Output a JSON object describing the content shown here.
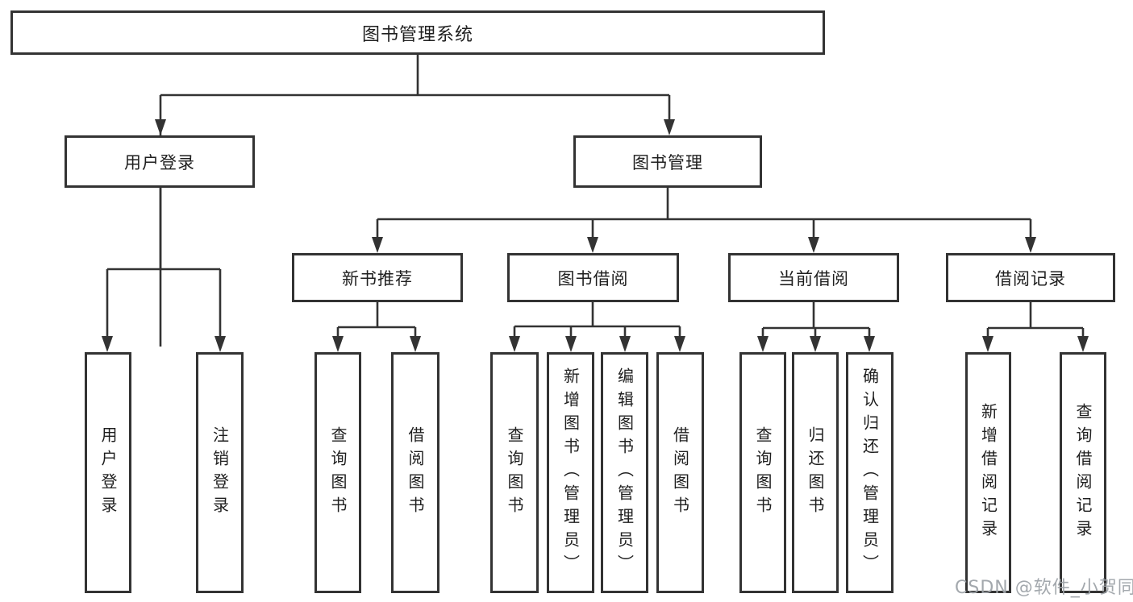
{
  "diagram": {
    "root": {
      "label": "图书管理系统"
    },
    "level2": [
      {
        "label": "用户登录"
      },
      {
        "label": "图书管理"
      }
    ],
    "level3": [
      {
        "label": "新书推荐"
      },
      {
        "label": "图书借阅"
      },
      {
        "label": "当前借阅"
      },
      {
        "label": "借阅记录"
      }
    ],
    "leaves": [
      {
        "label": "用户登录",
        "parent": "用户登录"
      },
      {
        "label": "注销登录",
        "parent": "用户登录"
      },
      {
        "label": "查询图书",
        "parent": "新书推荐"
      },
      {
        "label": "借阅图书",
        "parent": "新书推荐"
      },
      {
        "label": "查询图书",
        "parent": "图书借阅"
      },
      {
        "label": "新增图书（管理员）",
        "parent": "图书借阅"
      },
      {
        "label": "编辑图书（管理员）",
        "parent": "图书借阅"
      },
      {
        "label": "借阅图书",
        "parent": "图书借阅"
      },
      {
        "label": "查询图书",
        "parent": "当前借阅"
      },
      {
        "label": "归还图书",
        "parent": "当前借阅"
      },
      {
        "label": "确认归还（管理员）",
        "parent": "当前借阅"
      },
      {
        "label": "新增借阅记录",
        "parent": "借阅记录"
      },
      {
        "label": "查询借阅记录",
        "parent": "借阅记录"
      }
    ],
    "watermark": "CSDN @软件_小贺同学",
    "colors": {
      "line": "#333333",
      "border": "#333333",
      "text": "#1f1f1f",
      "watermark": "#9ea3a9",
      "background": "#ffffff"
    }
  }
}
